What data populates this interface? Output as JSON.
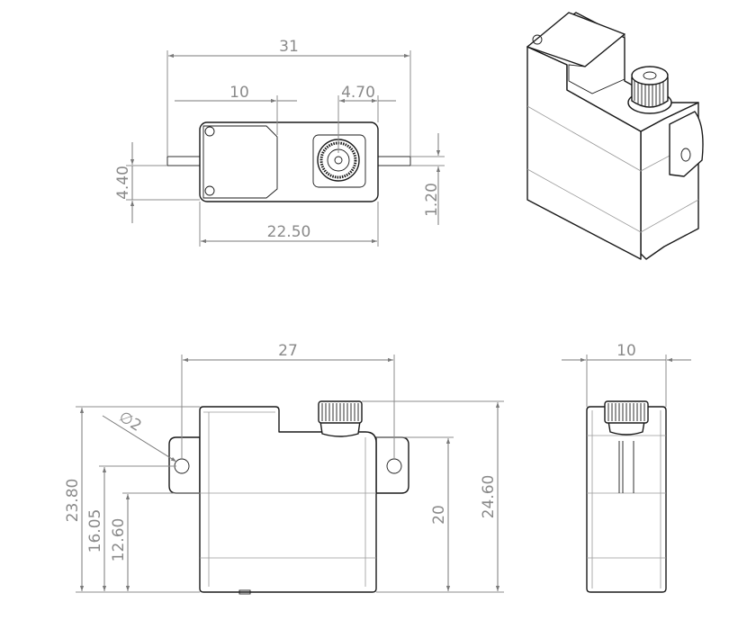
{
  "dimensions": {
    "top_width": "31",
    "top_offset": "10",
    "top_shaft": "4.70",
    "top_height_left": "4.40",
    "top_tab": "1.20",
    "top_body": "22.50",
    "front_width": "27",
    "front_hole": "∅2",
    "front_total_height": "23.80",
    "front_tab_height": "16.05",
    "front_body_height": "12.60",
    "front_body_top": "20",
    "front_shaft_height": "24.60",
    "side_width": "10"
  }
}
